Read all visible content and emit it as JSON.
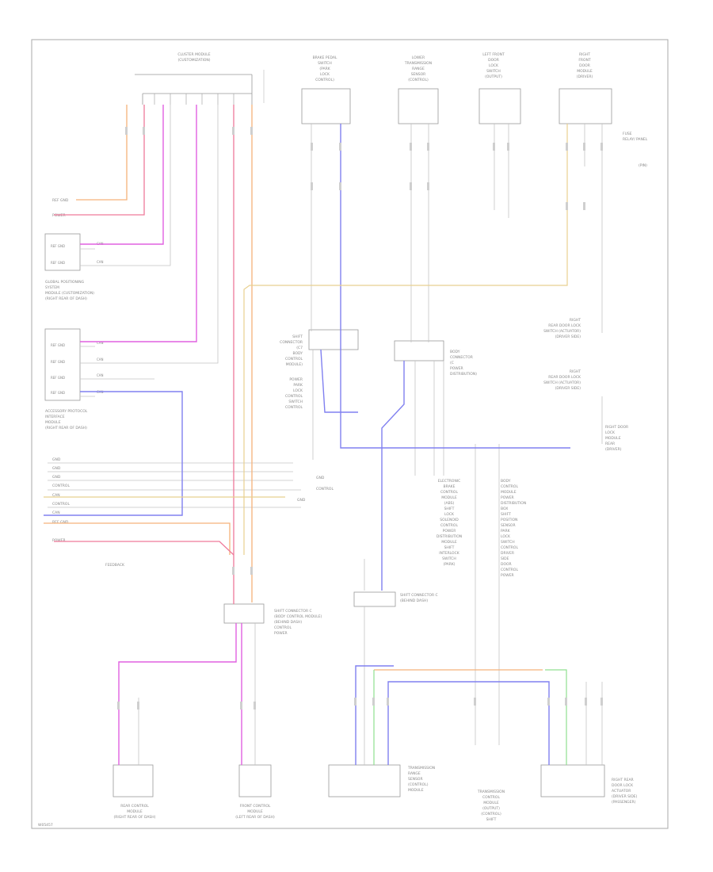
{
  "diagram": {
    "modules": [
      {
        "id": "top-center",
        "lines": [
          "CLUSTER MODULE",
          "(CUSTOMIZATION)"
        ]
      },
      {
        "id": "brake-switch",
        "lines": [
          "BRAKE PEDAL",
          "SWITCH",
          "(PARK",
          "LOCK",
          "CONTROL)"
        ]
      },
      {
        "id": "lower-transmission",
        "lines": [
          "LOWER",
          "TRANSMISSION",
          "RANGE",
          "SENSOR",
          "(CONTROL)"
        ]
      },
      {
        "id": "left-switch",
        "lines": [
          "LEFT FRONT",
          "DOOR",
          "LOCK",
          "SWITCH",
          "(OUTPUT)"
        ]
      },
      {
        "id": "right-module",
        "lines": [
          "RIGHT",
          "FRONT",
          "DOOR",
          "MODULE",
          "(DRIVER)"
        ]
      }
    ],
    "left_labels": {
      "top_lines": [
        "REF GND",
        "POWER"
      ],
      "cp1_caption": [
        "GLOBAL POSITIONING",
        "SYSTEM",
        "MODULE (CUSTOMIZATION)",
        "(RIGHT REAR OF DASH)"
      ],
      "cp2_caption": [
        "ACCESSORY PROTOCOL",
        "INTERFACE",
        "MODULE",
        "(RIGHT REAR OF DASH)"
      ],
      "bus_lines": [
        "GND",
        "GND",
        "GND",
        "CONTROL",
        "CAN",
        "CONTROL",
        "CAN",
        "REF GND",
        "POWER"
      ],
      "bus_tag": "FEEDBACK"
    },
    "cp_pins": {
      "cp1": [
        "REF GND",
        "REF GND"
      ],
      "cp2": [
        "REF GND",
        "REF GND",
        "REF GND",
        "REF GND"
      ],
      "cp_wire_codes": [
        "CAN",
        "CAN",
        "CAN",
        "CAN",
        "CAN",
        "CAN"
      ]
    },
    "center_labels": {
      "left_connector": [
        "SHIFT",
        "CONNECTOR",
        "(C7",
        "BODY",
        "CONTROL",
        "MODULE)",
        "POWER",
        "PARK",
        "LOCK",
        "CONTROL",
        "SWITCH",
        "CONTROL"
      ],
      "right_connector": [
        "BODY",
        "CONNECTOR",
        "(C",
        "POWER",
        "DISTRIBUTION)"
      ],
      "right_switch_1": [
        "RIGHT",
        "REAR DOOR LOCK",
        "SWITCH (ACTUATOR)",
        "(DRIVER SIDE)"
      ],
      "right_switch_2": [
        "RIGHT",
        "REAR DOOR LOCK",
        "SWITCH (ACTUATOR)",
        "(DRIVER SIDE)"
      ],
      "right_side_module": [
        "RIGHT DOOR",
        "LOCK",
        "MODULE",
        "REAR",
        "(DRIVER)"
      ],
      "mid_small": [
        "GND",
        "CONTROL",
        "GND"
      ],
      "bottom_list_left": [
        "ELECTRONIC",
        "BRAKE",
        "CONTROL",
        "MODULE",
        "(ABS)",
        "SHIFT",
        "LOCK",
        "SOLENOID",
        "CONTROL",
        "POWER",
        "DISTRIBUTION",
        "MODULE",
        "SHIFT",
        "INTERLOCK",
        "SWITCH",
        "(PARK)"
      ],
      "bottom_list_right": [
        "BODY",
        "CONTROL",
        "MODULE",
        "POWER",
        "DISTRIBUTION",
        "BOX",
        "SHIFT",
        "POSITION",
        "SENSOR",
        "PARK",
        "LOCK",
        "SWITCH",
        "CONTROL",
        "DRIVER",
        "SIDE",
        "DOOR",
        "CONTROL",
        "POWER"
      ]
    },
    "bottom_labels": {
      "connector_mid": [
        "SHIFT CONNECTOR C",
        "(BODY CONTROL MODULE)",
        "(BEHIND DASH)",
        "CONTROL",
        "POWER"
      ],
      "connector_mid_right": [
        "SHIFT CONNECTOR C",
        "(BEHIND DASH)"
      ],
      "left_bottom": [
        "REAR CONTROL",
        "MODULE",
        "(RIGHT REAR OF DASH)"
      ],
      "mid_bottom": [
        "FRONT CONTROL",
        "MODULE",
        "(LEFT REAR OF DASH)"
      ],
      "center_bottom": [
        "TRANSMISSION",
        "RANGE",
        "SENSOR",
        "(CONTROL)",
        "MODULE"
      ],
      "center_bottom_2": [
        "TRANSMISSION",
        "CONTROL",
        "MODULE",
        "(OUTPUT)",
        "(CONTROL)",
        "SHIFT"
      ],
      "right_bottom": [
        "RIGHT REAR",
        "DOOR LOCK",
        "ACTUATOR",
        "(DRIVER SIDE)",
        "(PASSENGER)"
      ]
    },
    "top_right_note": [
      "FUSE",
      "RELAY/ PANEL",
      "(PIN)"
    ],
    "corner_code": "W05457"
  }
}
